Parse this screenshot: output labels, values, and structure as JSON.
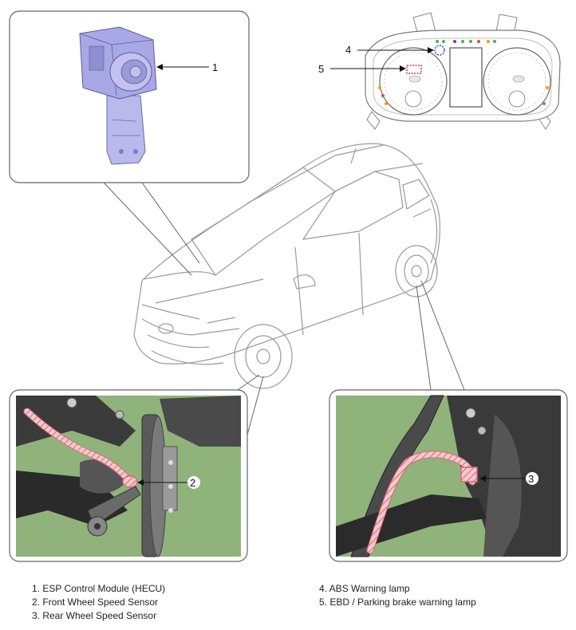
{
  "callouts": {
    "c1": "1",
    "c2": "2",
    "c3": "3",
    "c4": "4",
    "c5": "5"
  },
  "legend": {
    "left": [
      "1. ESP Control Module (HECU)",
      "2. Front Wheel Speed Sensor",
      "3. Rear Wheel Speed Sensor"
    ],
    "right": [
      "4. ABS Warning lamp",
      "5. EBD / Parking brake warning lamp"
    ]
  },
  "colors": {
    "photo_background": "#8fb37a",
    "sensor_highlight": "#e8a0a8",
    "module_tint": "#9f9fdc",
    "line_art": "#888888"
  }
}
